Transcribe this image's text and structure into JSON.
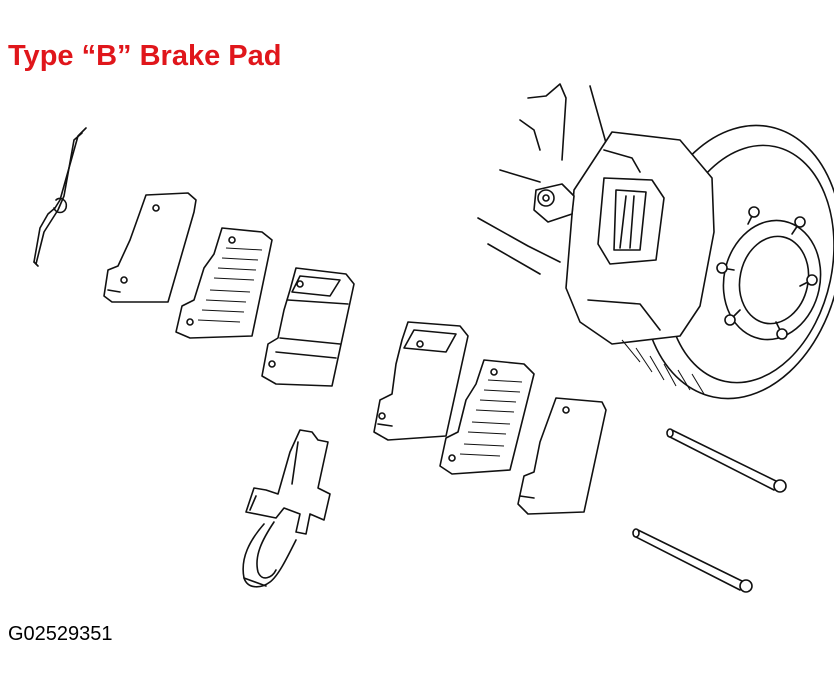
{
  "title": "Type “B” Brake Pad",
  "figure_id": "G02529351",
  "colors": {
    "title": "#e0161b",
    "lines": "#111111",
    "background": "#ffffff"
  },
  "parts": [
    "pad-retaining-spring",
    "anti-squeal-shim-outer",
    "anti-squeal-shim-inner",
    "brake-pad-outer",
    "brake-pad-inner",
    "anti-squeal-shim-2",
    "anti-squeal-shim-3",
    "pad-support-plate",
    "anti-rattle-spring",
    "pad-pin-upper",
    "pad-pin-lower",
    "caliper-rotor-assembly"
  ]
}
